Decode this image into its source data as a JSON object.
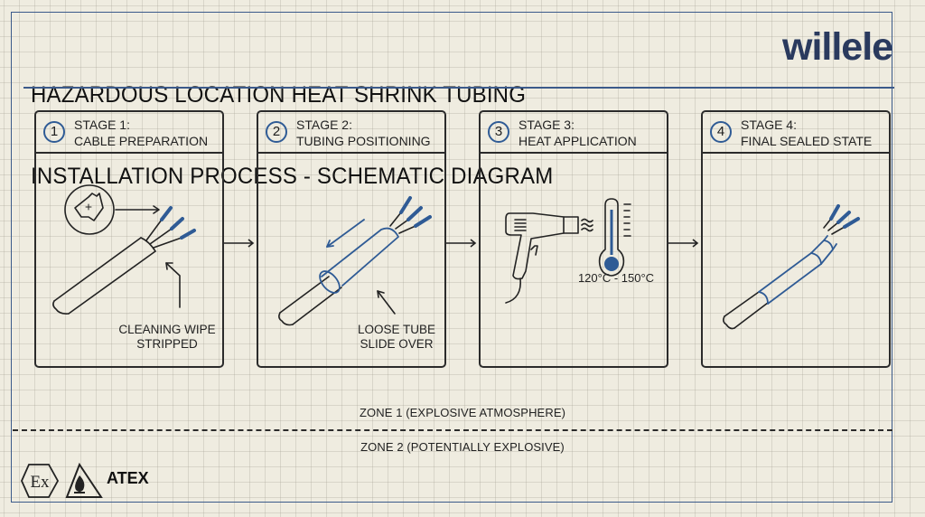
{
  "header": {
    "title_line1": "HAZARDOUS LOCATION HEAT SHRINK TUBING",
    "title_line2": "INSTALLATION PROCESS - SCHEMATIC DIAGRAM",
    "logo_text": "willele"
  },
  "stages": [
    {
      "number": "1",
      "label": "STAGE 1:",
      "title": "CABLE PREPARATION",
      "notes": [
        "CLEANING WIPE",
        "STRIPPED"
      ],
      "icon": "cleaning-wipe-and-stripped-cable"
    },
    {
      "number": "2",
      "label": "STAGE 2:",
      "title": "TUBING POSITIONING",
      "notes": [
        "LOOSE TUBE",
        "SLIDE OVER"
      ],
      "icon": "tube-sliding-over-cable"
    },
    {
      "number": "3",
      "label": "STAGE 3:",
      "title": "HEAT APPLICATION",
      "notes": [
        "120°C - 150°C"
      ],
      "icon": "heat-gun-and-thermometer"
    },
    {
      "number": "4",
      "label": "STAGE 4:",
      "title": "FINAL SEALED STATE",
      "notes": [],
      "icon": "sealed-cable"
    }
  ],
  "zones": {
    "zone1": "ZONE 1 (EXPLOSIVE ATMOSPHERE)",
    "zone2": "ZONE 2 (POTENTIALLY EXPLOSIVE)"
  },
  "footer": {
    "ex_symbol": "Ex",
    "atex_label": "ATEX"
  },
  "colors": {
    "background": "#efece0",
    "frame_blue": "#3b5a8a",
    "accent_blue": "#2f5b95",
    "ink": "#2b2b2b",
    "logo": "#2a3a5e"
  }
}
